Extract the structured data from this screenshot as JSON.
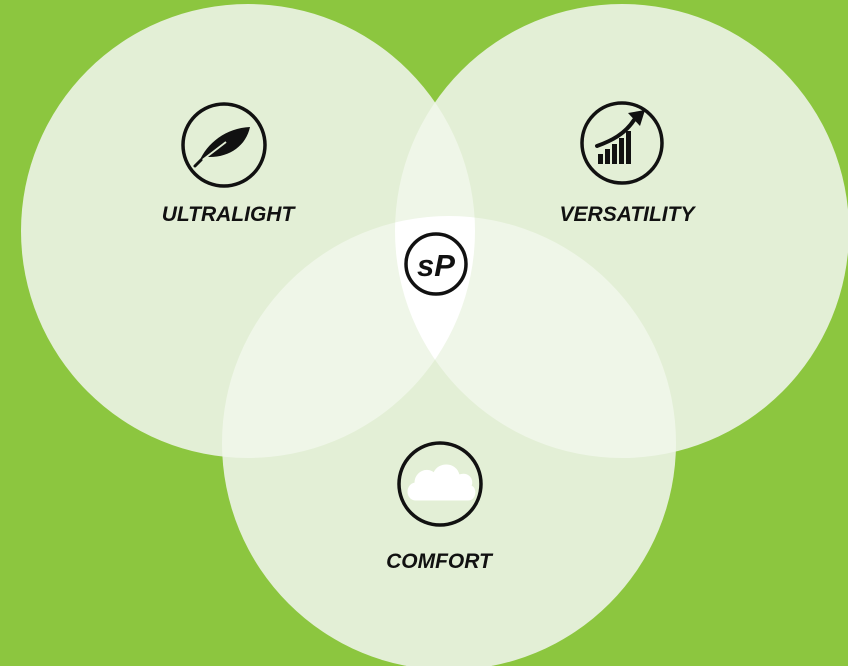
{
  "colors": {
    "background": "#8cc63f",
    "circle_fill": "#e3efd6",
    "overlap_pair": "#eff6e8",
    "overlap_center": "#ffffff",
    "ink": "#111111"
  },
  "circles": [
    {
      "label": "ULTRALIGHT",
      "icon": "feather-icon"
    },
    {
      "label": "VERSATILITY",
      "icon": "growth-chart-icon"
    },
    {
      "label": "COMFORT",
      "icon": "cloud-icon"
    }
  ],
  "center": {
    "logo_text": "sP",
    "icon": "sp-logo-icon"
  }
}
